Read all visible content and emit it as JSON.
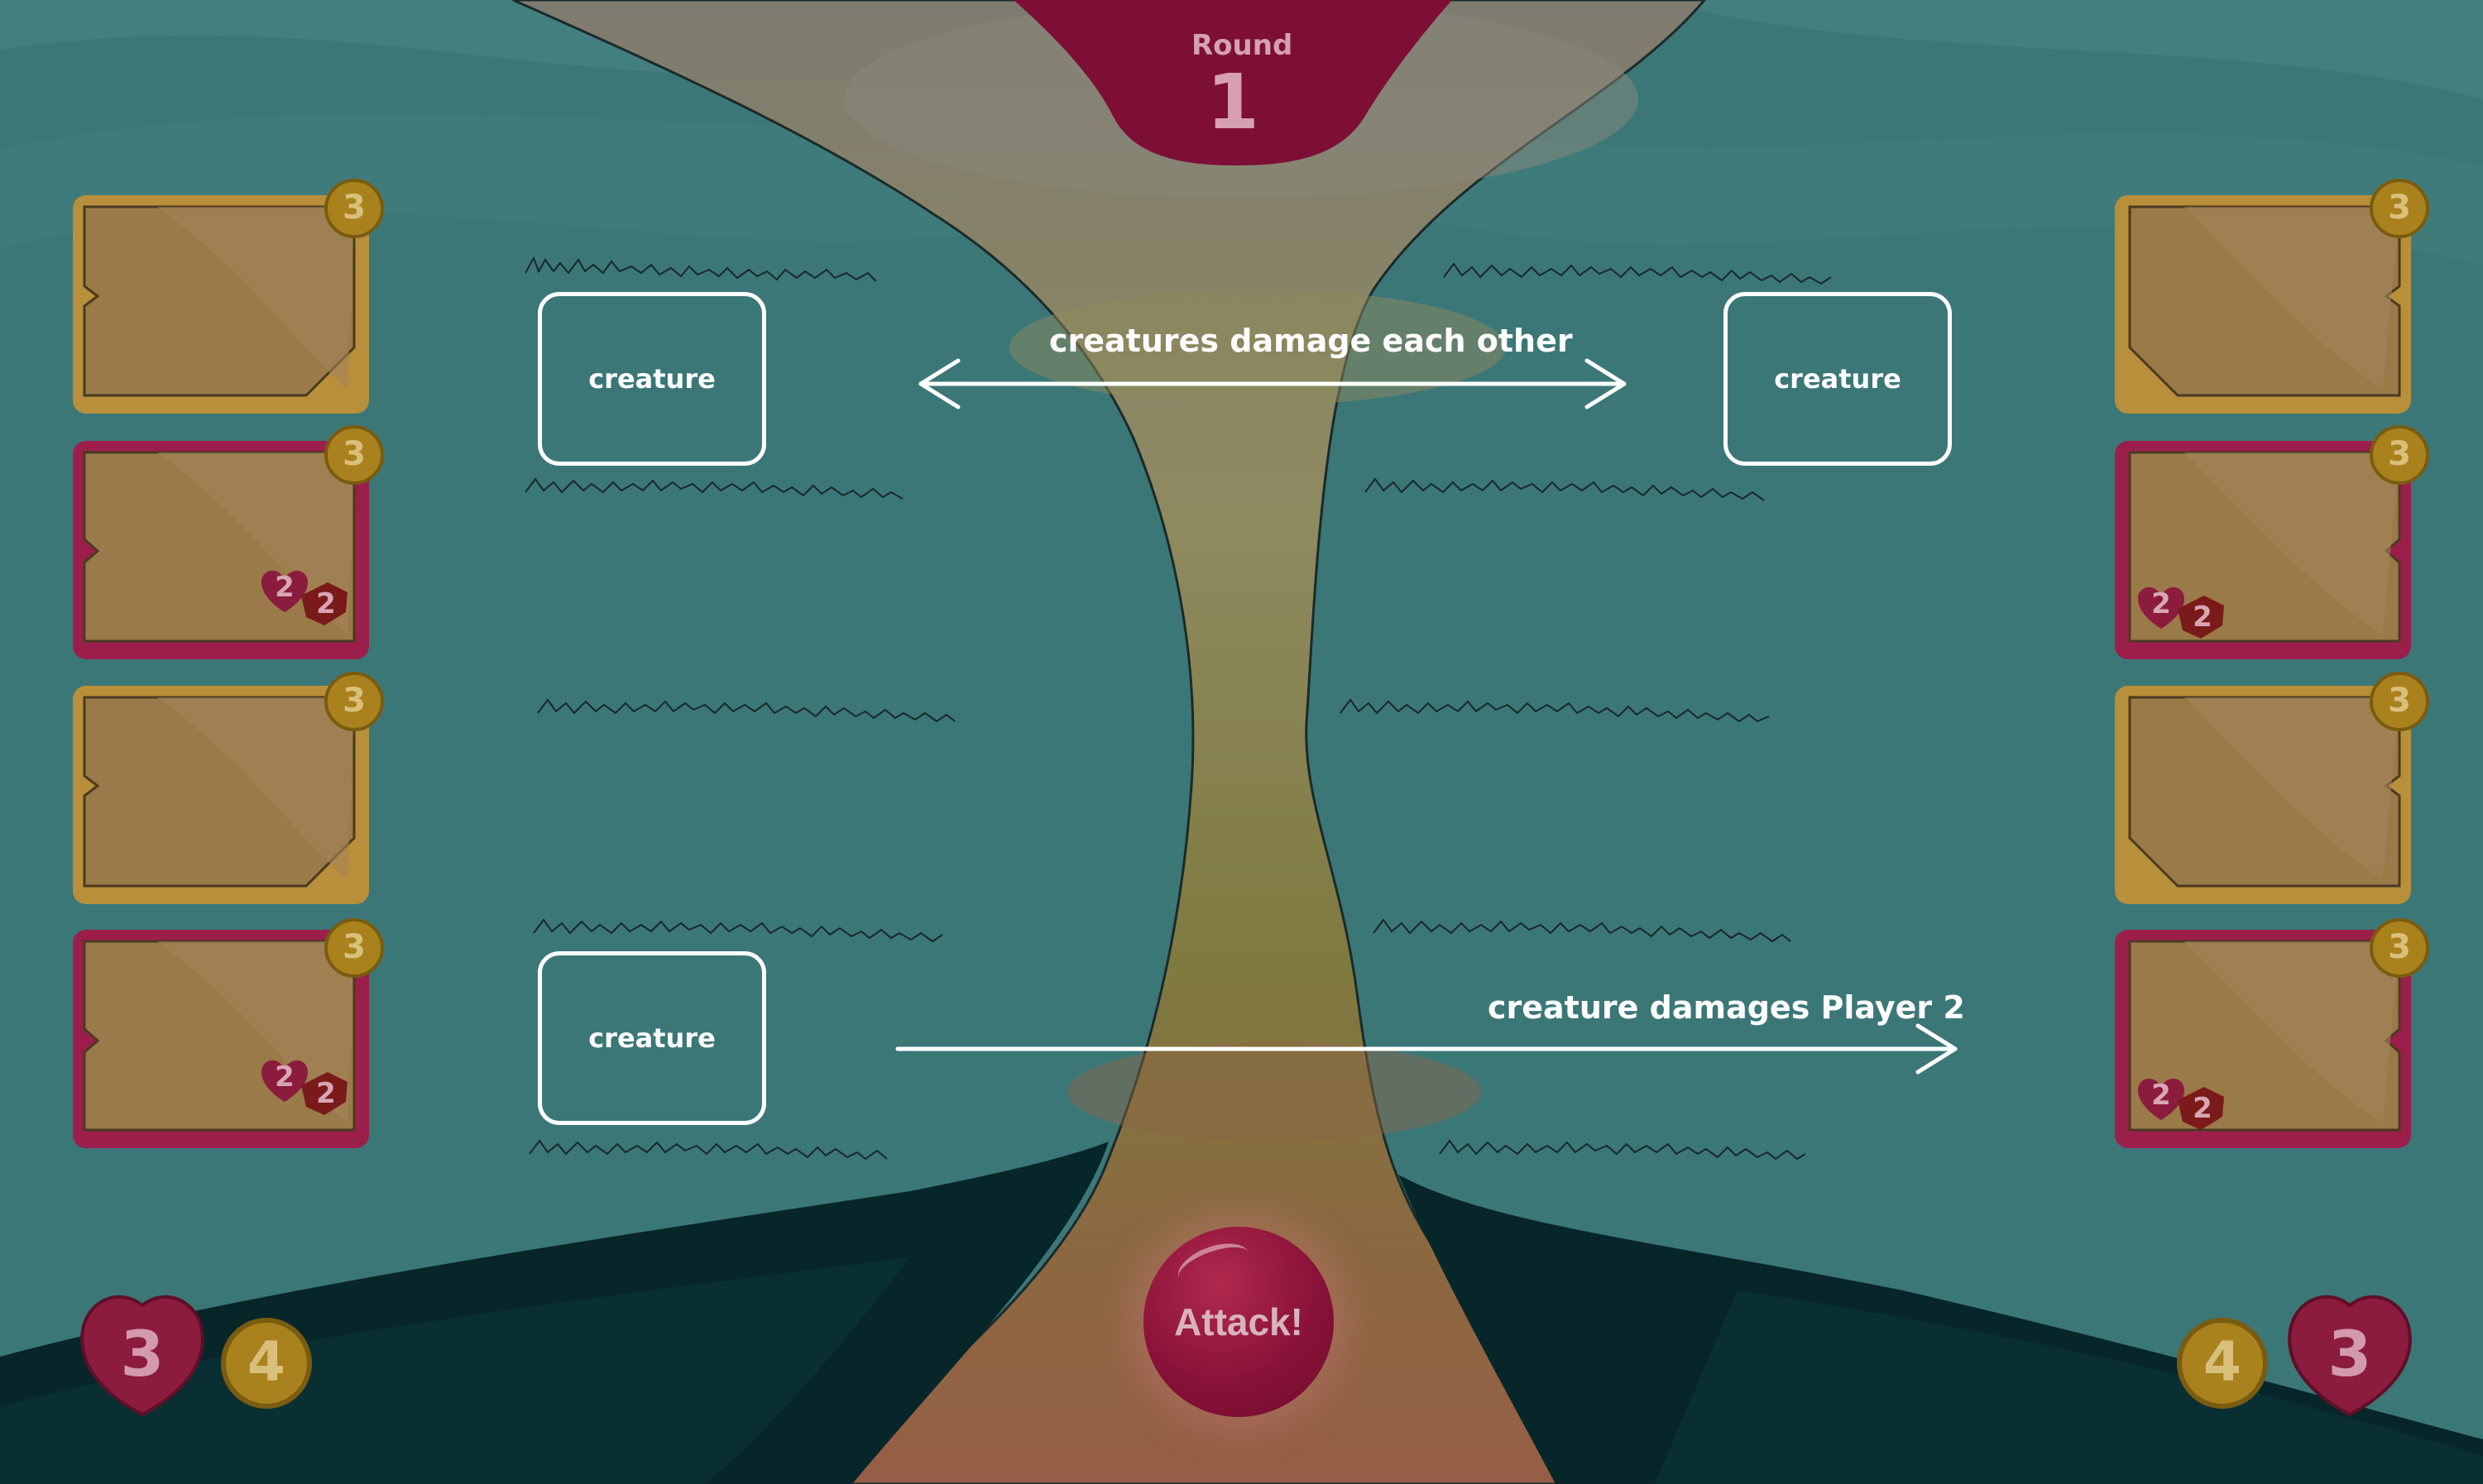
{
  "round": {
    "label": "Round",
    "number": "1"
  },
  "lane_slots": {
    "top_left": "creature",
    "top_right": "creature",
    "bottom_left": "creature"
  },
  "annotations": {
    "mutual_damage": "creatures damage each other",
    "player_damage": "creature damages Player 2"
  },
  "attack_button": "Attack!",
  "player1": {
    "health": "3",
    "coins": "4"
  },
  "player2": {
    "health": "3",
    "coins": "4"
  },
  "hand_left": [
    {
      "type": "spell",
      "cost": "3",
      "frame": "gold"
    },
    {
      "type": "creature",
      "cost": "3",
      "frame": "pink",
      "health": "2",
      "attack": "2"
    },
    {
      "type": "spell",
      "cost": "3",
      "frame": "gold"
    },
    {
      "type": "creature",
      "cost": "3",
      "frame": "pink",
      "health": "2",
      "attack": "2"
    }
  ],
  "hand_right": [
    {
      "type": "spell",
      "cost": "3",
      "frame": "gold"
    },
    {
      "type": "creature",
      "cost": "3",
      "frame": "pink",
      "health": "2",
      "attack": "2"
    },
    {
      "type": "spell",
      "cost": "3",
      "frame": "gold"
    },
    {
      "type": "creature",
      "cost": "3",
      "frame": "pink",
      "health": "2",
      "attack": "2"
    }
  ],
  "colors": {
    "background": "#3c7778",
    "path": "#7e7c60",
    "round_banner": "#7d0f36",
    "gold_frame": "#b88f3a",
    "pink_frame": "#9c1e4a",
    "coin": "#a9821e",
    "heart": "#8b1c3e"
  }
}
